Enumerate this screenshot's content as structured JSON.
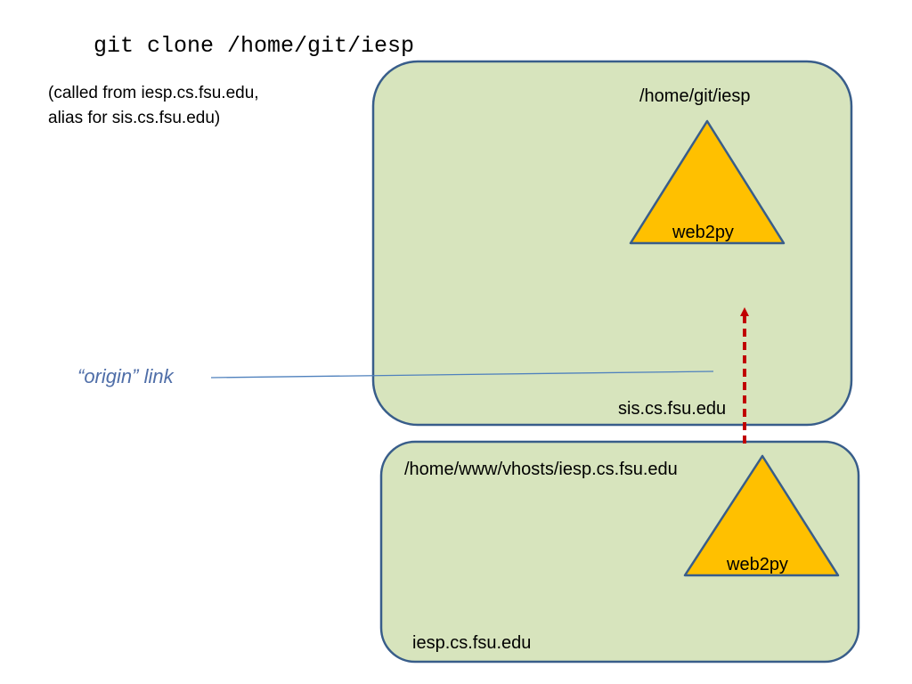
{
  "command": "git clone /home/git/iesp",
  "note": {
    "line1": "(called from iesp.cs.fsu.edu,",
    "line2": "alias for sis.cs.fsu.edu)"
  },
  "server_box": {
    "path_label": "/home/git/iesp",
    "repo_label": "web2py",
    "host_label": "sis.cs.fsu.edu"
  },
  "client_box": {
    "path_label": "/home/www/vhosts/iesp.cs.fsu.edu",
    "repo_label": "web2py",
    "host_label": "iesp.cs.fsu.edu"
  },
  "origin_label": "“origin” link",
  "colors": {
    "box_fill": "#d7e4bd",
    "box_stroke": "#385d8a",
    "triangle_fill": "#ffc000",
    "triangle_stroke": "#385d8a",
    "arrow": "#c00000",
    "origin_line": "#4f81bd",
    "origin_text": "#4f6ea8"
  }
}
